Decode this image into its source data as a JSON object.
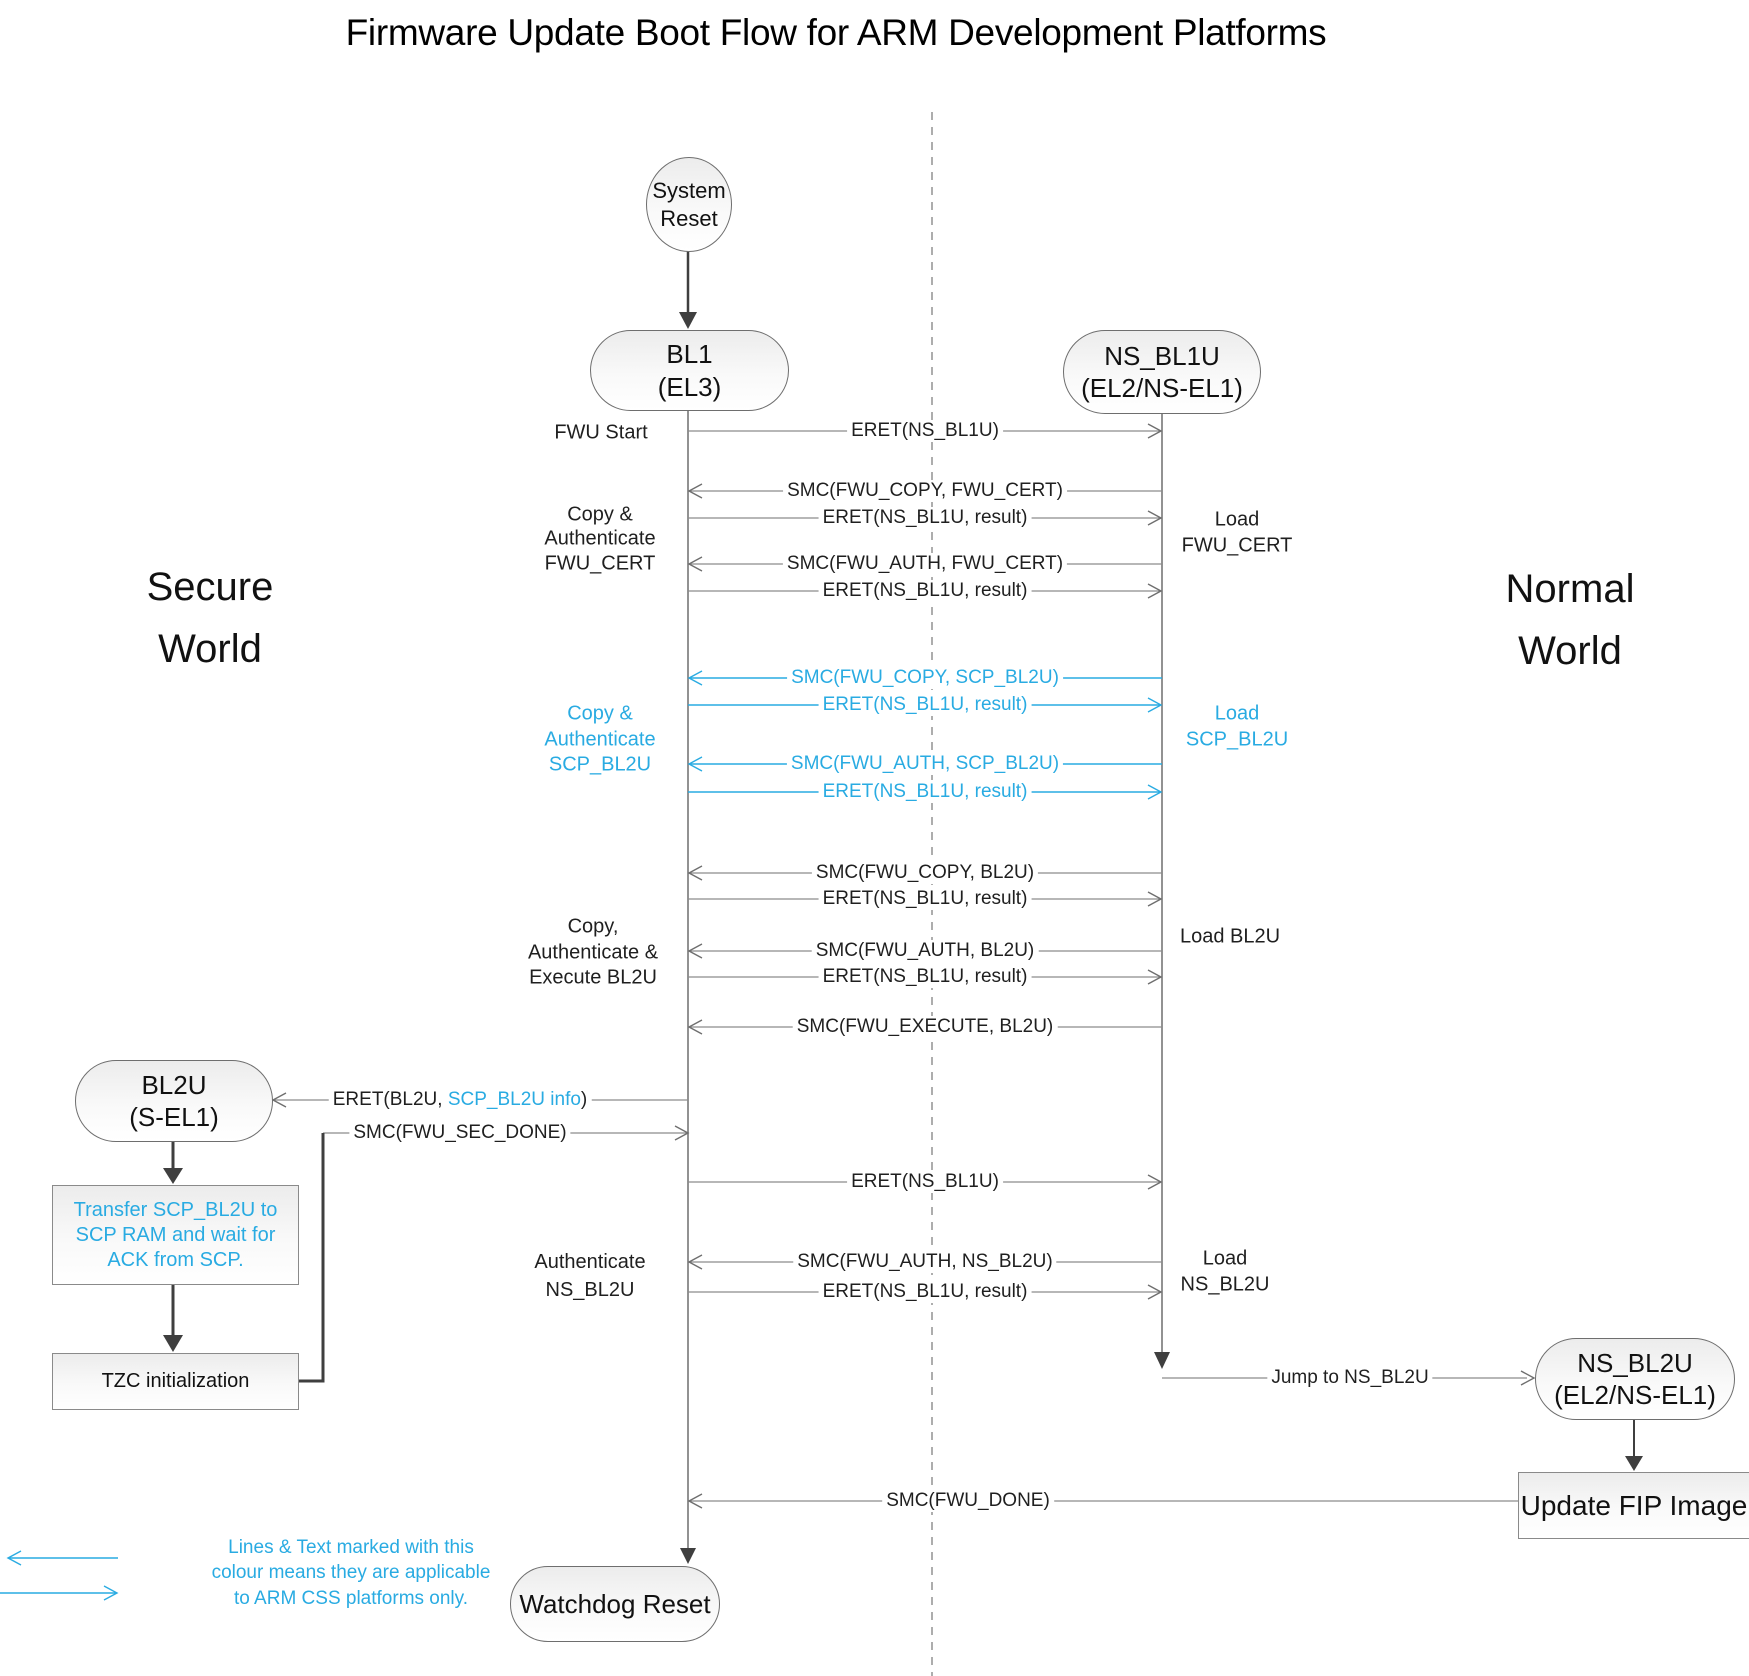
{
  "title": "Firmware Update Boot Flow for ARM Development Platforms",
  "worlds": {
    "secure": {
      "line1": "Secure",
      "line2": "World"
    },
    "normal": {
      "line1": "Normal",
      "line2": "World"
    }
  },
  "nodes": {
    "system_reset": {
      "line1": "System",
      "line2": "Reset"
    },
    "bl1": {
      "line1": "BL1",
      "line2": "(EL3)"
    },
    "ns_bl1u": {
      "line1": "NS_BL1U",
      "line2": "(EL2/NS-EL1)"
    },
    "bl2u": {
      "line1": "BL2U",
      "line2": "(S-EL1)"
    },
    "transfer_scp": {
      "line1": "Transfer SCP_BL2U to",
      "line2": "SCP RAM and wait for",
      "line3": "ACK from SCP."
    },
    "tzc": {
      "label": "TZC initialization"
    },
    "ns_bl2u": {
      "line1": "NS_BL2U",
      "line2": "(EL2/NS-EL1)"
    },
    "update_fip": {
      "label": "Update FIP Image"
    },
    "watchdog": {
      "label": "Watchdog Reset"
    }
  },
  "sequence": [
    "ERET(NS_BL1U)",
    "SMC(FWU_COPY, FWU_CERT)",
    "ERET(NS_BL1U, result)",
    "SMC(FWU_AUTH, FWU_CERT)",
    "ERET(NS_BL1U, result)",
    "SMC(FWU_COPY, SCP_BL2U)",
    "ERET(NS_BL1U, result)",
    "SMC(FWU_AUTH, SCP_BL2U)",
    "ERET(NS_BL1U, result)",
    "SMC(FWU_COPY, BL2U)",
    "ERET(NS_BL1U, result)",
    "SMC(FWU_AUTH, BL2U)",
    "ERET(NS_BL1U, result)",
    "SMC(FWU_EXECUTE, BL2U)",
    "ERET(NS_BL1U)",
    "SMC(FWU_AUTH, NS_BL2U)",
    "ERET(NS_BL1U, result)"
  ],
  "special_messages": {
    "eret_bl2u": {
      "prefix": "ERET(BL2U, ",
      "highlight": "SCP_BL2U info",
      "suffix": ")"
    },
    "smc_sec_done": "SMC(FWU_SEC_DONE)",
    "smc_fwu_done": "SMC(FWU_DONE)",
    "jump_ns_bl2u": "Jump to NS_BL2U"
  },
  "side_labels": {
    "fwu_start": "FWU Start",
    "copy_auth_fwu_cert": {
      "line1": "Copy &",
      "line2": "Authenticate",
      "line3": "FWU_CERT"
    },
    "load_fwu_cert": {
      "line1": "Load",
      "line2": "FWU_CERT"
    },
    "copy_auth_scp_bl2u": {
      "line1": "Copy &",
      "line2": "Authenticate",
      "line3": "SCP_BL2U"
    },
    "load_scp_bl2u": {
      "line1": "Load",
      "line2": "SCP_BL2U"
    },
    "copy_auth_exec_bl2u": {
      "line1": "Copy,",
      "line2": "Authenticate &",
      "line3": "Execute BL2U"
    },
    "load_bl2u": "Load BL2U",
    "authenticate_ns_bl2u": {
      "line1": "Authenticate",
      "line2": "NS_BL2U"
    },
    "load_ns_bl2u": {
      "line1": "Load",
      "line2": "NS_BL2U"
    }
  },
  "legend": {
    "line1": "Lines & Text marked with this",
    "line2": "colour means they are applicable",
    "line3": "to ARM CSS platforms only."
  },
  "colors": {
    "css_highlight": "#29abe2",
    "message_line": "#8c8c8c",
    "flow_line": "#3f3f3f",
    "text": "#1a1a1a"
  }
}
